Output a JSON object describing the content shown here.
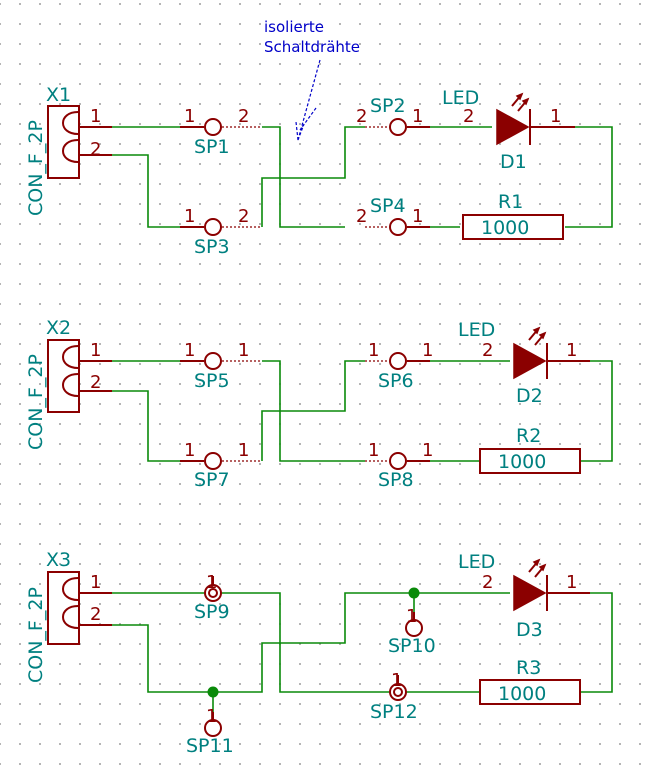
{
  "note": {
    "line1": "isolierte",
    "line2": "Schaltdrähte"
  },
  "blocks": [
    {
      "connector": {
        "ref": "X1",
        "value": "CON_F_2P",
        "pin1": "1",
        "pin2": "2"
      },
      "sp_a": {
        "ref": "SP1",
        "pin_l": "1",
        "pin_r": "2"
      },
      "sp_b": {
        "ref": "SP3",
        "pin_l": "1",
        "pin_r": "2"
      },
      "sp_c": {
        "ref": "SP2",
        "pin_l": "2",
        "pin_r": "1"
      },
      "sp_d": {
        "ref": "SP4",
        "pin_l": "2",
        "pin_r": "1"
      },
      "led": {
        "ref": "D1",
        "value": "LED",
        "pin_a": "2",
        "pin_k": "1"
      },
      "res": {
        "ref": "R1",
        "value": "1000"
      }
    },
    {
      "connector": {
        "ref": "X2",
        "value": "CON_F_2P",
        "pin1": "1",
        "pin2": "2"
      },
      "sp_a": {
        "ref": "SP5",
        "pin_l": "1",
        "pin_r": "1"
      },
      "sp_b": {
        "ref": "SP7",
        "pin_l": "1",
        "pin_r": "1"
      },
      "sp_c": {
        "ref": "SP6",
        "pin_l": "1",
        "pin_r": "1"
      },
      "sp_d": {
        "ref": "SP8",
        "pin_l": "1",
        "pin_r": "1"
      },
      "led": {
        "ref": "D2",
        "value": "LED",
        "pin_a": "2",
        "pin_k": "1"
      },
      "res": {
        "ref": "R2",
        "value": "1000"
      }
    },
    {
      "connector": {
        "ref": "X3",
        "value": "CON_F_2P",
        "pin1": "1",
        "pin2": "2"
      },
      "sp_a": {
        "ref": "SP9",
        "pin": "1"
      },
      "sp_b": {
        "ref": "SP11",
        "pin": "1"
      },
      "sp_c": {
        "ref": "SP10",
        "pin": "1"
      },
      "sp_d": {
        "ref": "SP12",
        "pin": "1"
      },
      "led": {
        "ref": "D3",
        "value": "LED",
        "pin_a": "2",
        "pin_k": "1"
      },
      "res": {
        "ref": "R3",
        "value": "1000"
      }
    }
  ]
}
